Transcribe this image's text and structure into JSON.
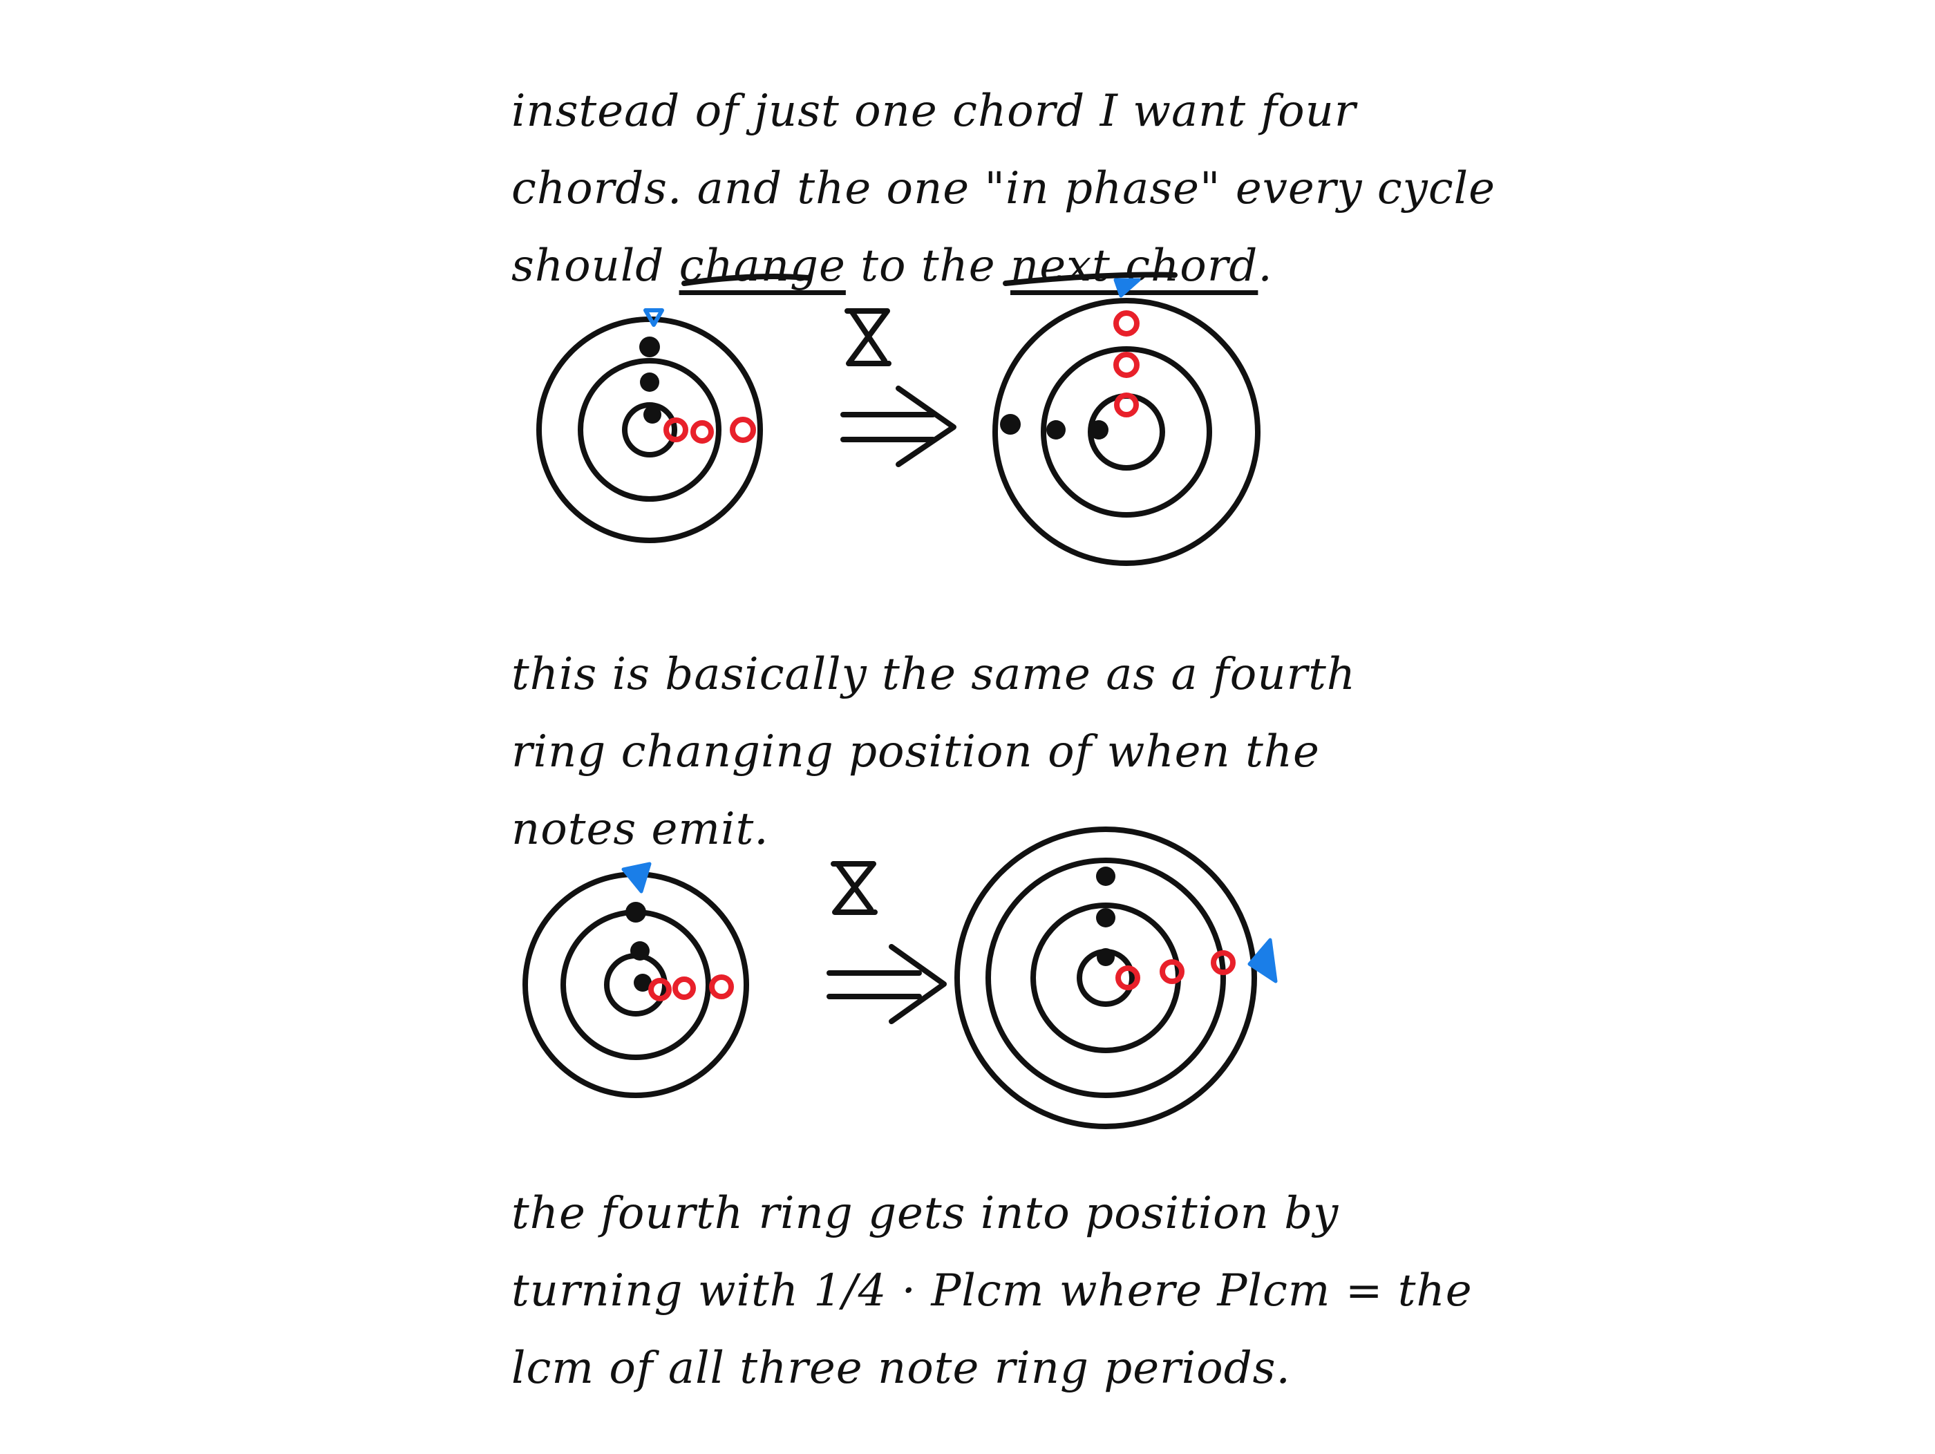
{
  "paragraphs": {
    "p1": {
      "l1": "instead of just one chord I want four",
      "l2": "chords. and the one \"in phase\" every cycle",
      "l3a": "should",
      "l3b": "change",
      "l3c": "to the",
      "l3d": "next chord",
      "l3e": "."
    },
    "p2": {
      "l1": "this is basically the same as a fourth",
      "l2": "ring changing position of when the",
      "l3": "notes emit."
    },
    "p3": {
      "l1": "the fourth ring gets into position by",
      "l2": "turning with 1/4 · Plcm where Plcm = the",
      "l3": "lcm of all three note ring periods."
    }
  },
  "colors": {
    "ink": "#111111",
    "note_red": "#e8202a",
    "marker_blue": "#1a7ee8"
  },
  "icons": {
    "timer": "hourglass-icon",
    "transition": "double-arrow-icon",
    "marker": "triangle-marker-icon"
  }
}
